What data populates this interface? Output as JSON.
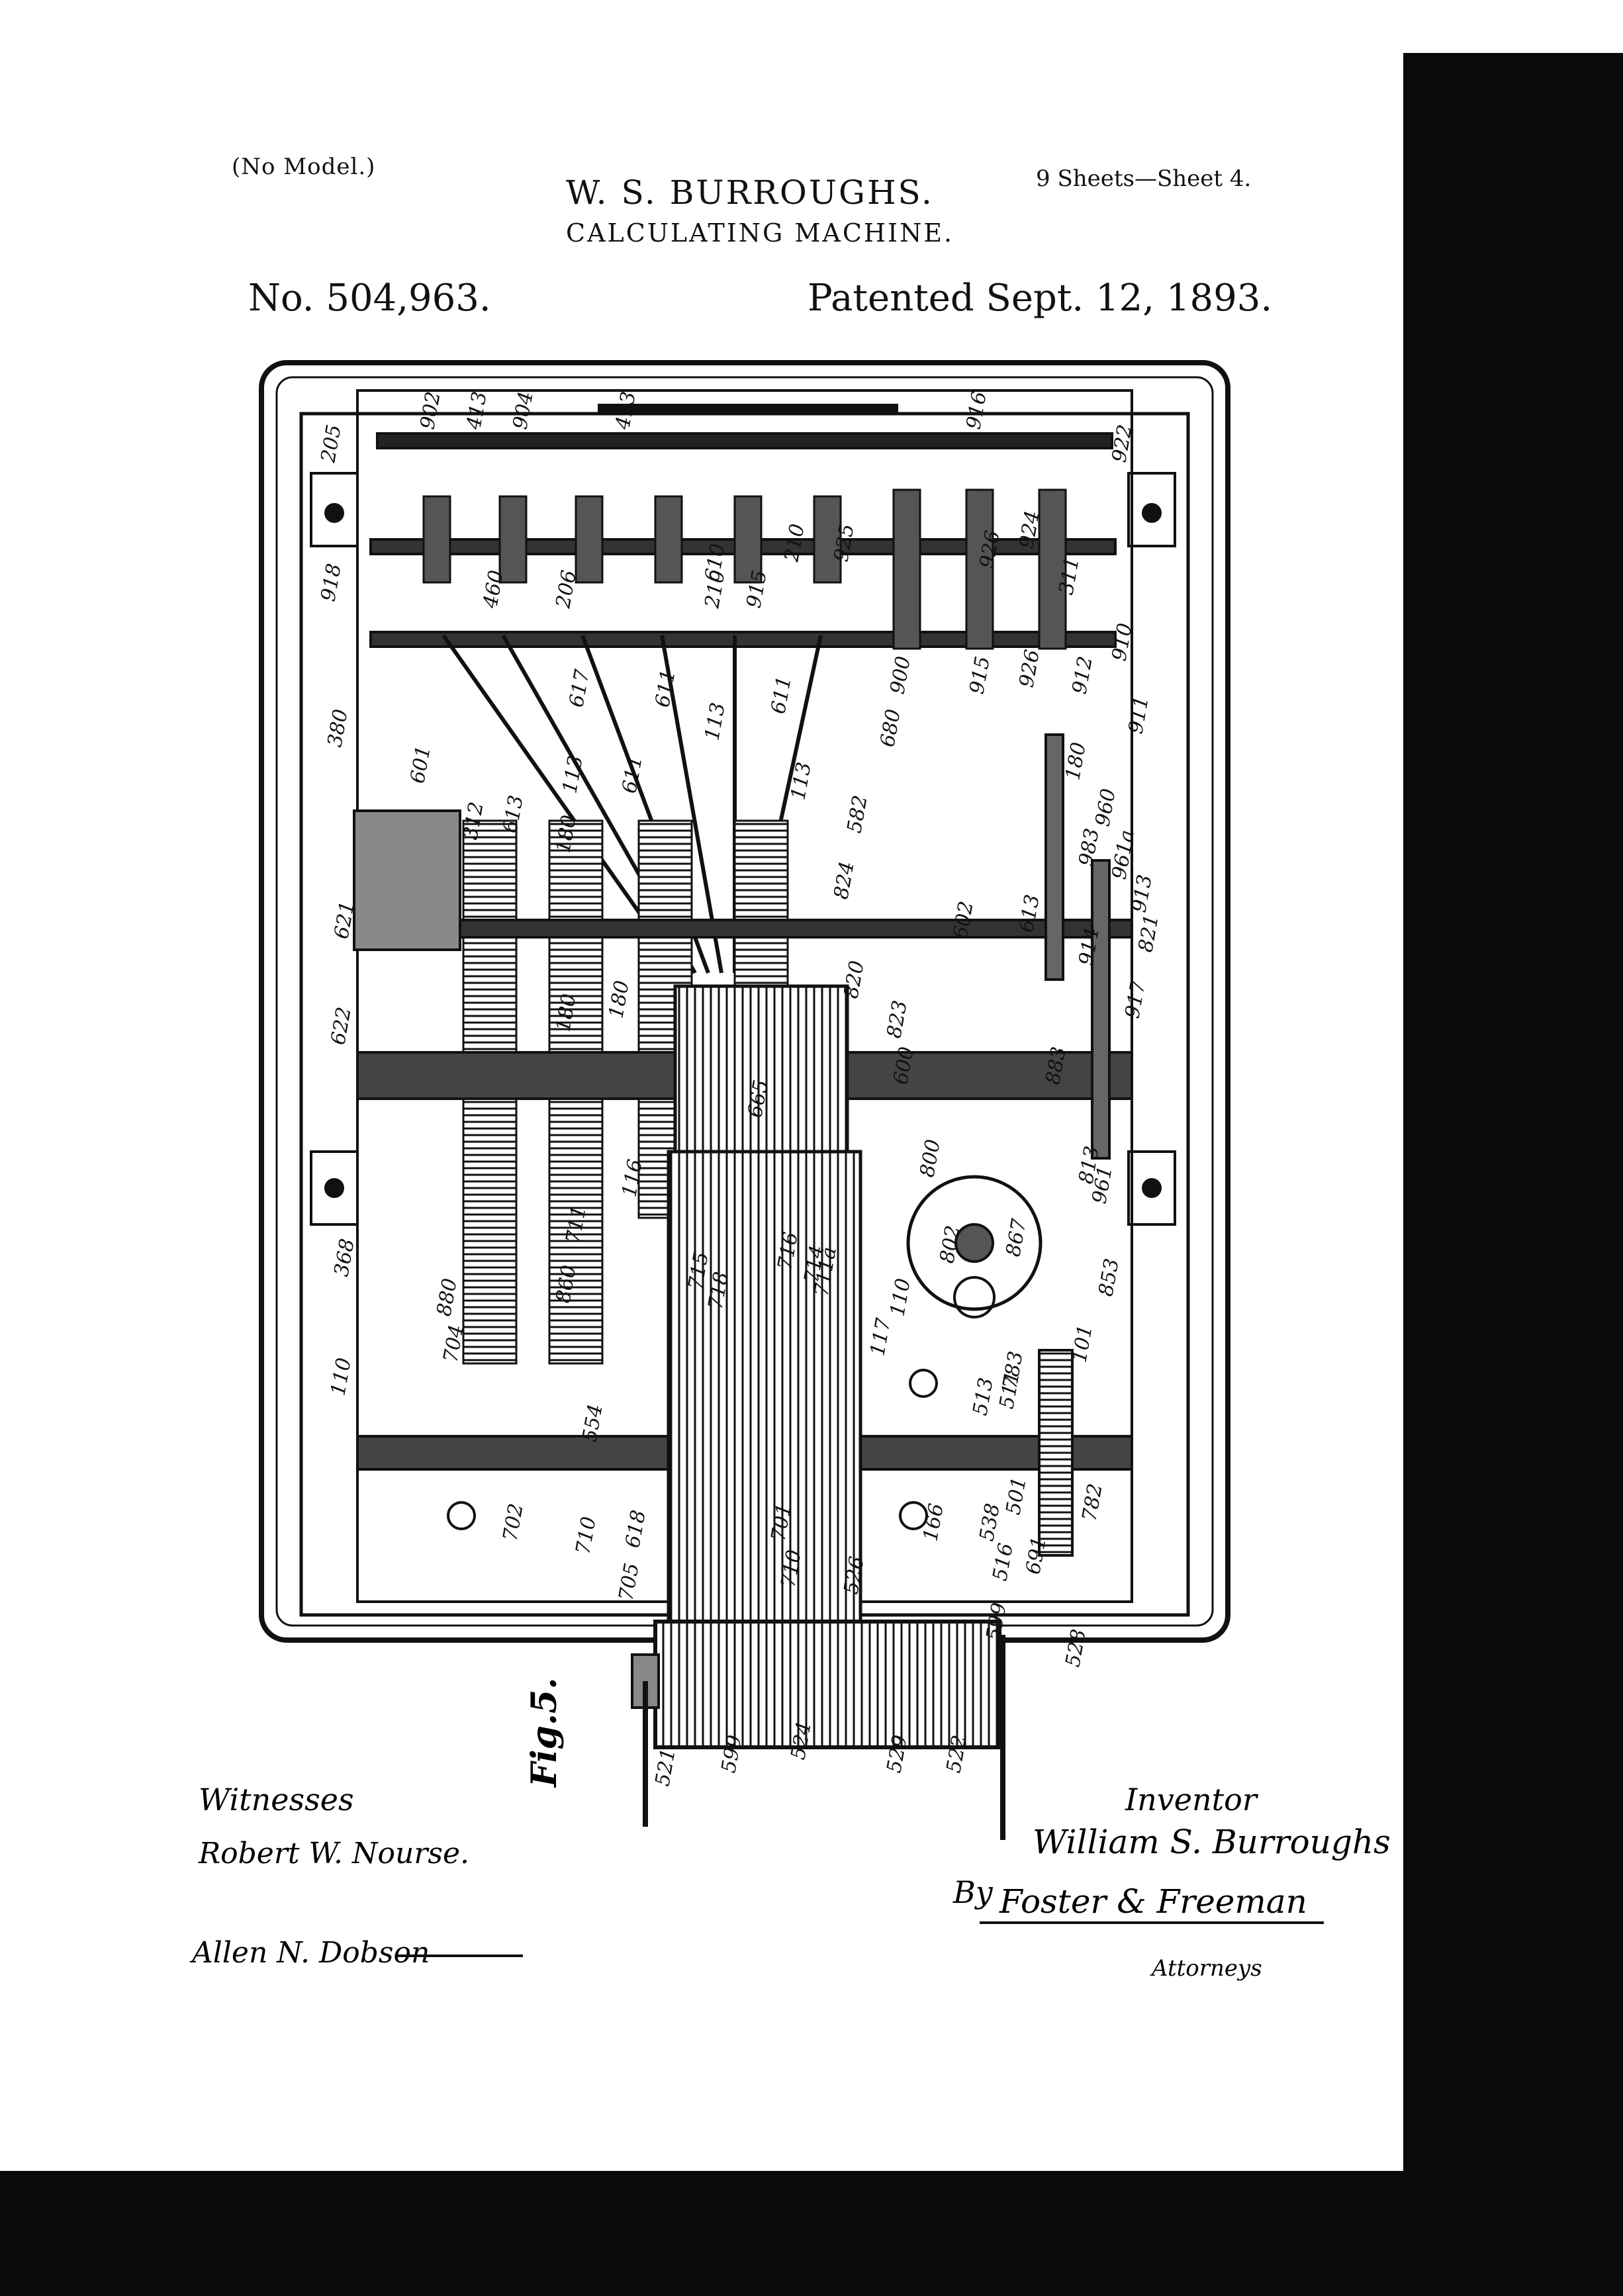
{
  "header": {
    "no_model": "(No Model.)",
    "inventor": "W. S. BURROUGHS.",
    "title": "CALCULATING MACHINE.",
    "sheets": "9 Sheets—Sheet 4.",
    "patent_number": "No. 504,963.",
    "patent_date": "Patented Sept. 12, 1893."
  },
  "figure": {
    "label": "Fig.5.",
    "reference_numerals": [
      "205",
      "902",
      "413",
      "904",
      "413",
      "916",
      "922",
      "918",
      "460",
      "206",
      "210",
      "210",
      "610",
      "915",
      "925",
      "924",
      "926",
      "311",
      "380",
      "601",
      "617",
      "611",
      "113",
      "611",
      "680",
      "900",
      "915",
      "926",
      "910",
      "912",
      "911",
      "312",
      "613",
      "113",
      "180",
      "611",
      "180",
      "960",
      "983",
      "961a",
      "913",
      "113",
      "582",
      "824",
      "621",
      "602",
      "613",
      "914",
      "821",
      "622",
      "180",
      "180",
      "820",
      "823",
      "600",
      "883",
      "917",
      "665",
      "800",
      "813",
      "961",
      "116",
      "802",
      "867",
      "853",
      "368",
      "880",
      "860",
      "711",
      "715",
      "718",
      "716",
      "714",
      "711a",
      "110",
      "110",
      "704",
      "117",
      "101",
      "702",
      "554",
      "513",
      "511",
      "783",
      "710",
      "618",
      "701",
      "166",
      "538",
      "501",
      "782",
      "705",
      "710",
      "526",
      "516",
      "691",
      "599",
      "524",
      "529",
      "522",
      "599",
      "528",
      "521"
    ]
  },
  "signatures": {
    "witnesses_label": "Witnesses",
    "witness_1": "Robert W. Nourse.",
    "witness_2": "Allen N. Dobson",
    "inventor_label": "Inventor",
    "inventor_signature": "William S. Burroughs",
    "by": "By",
    "attorneys_signature": "Foster & Freeman",
    "attorneys_label": "Attorneys"
  }
}
